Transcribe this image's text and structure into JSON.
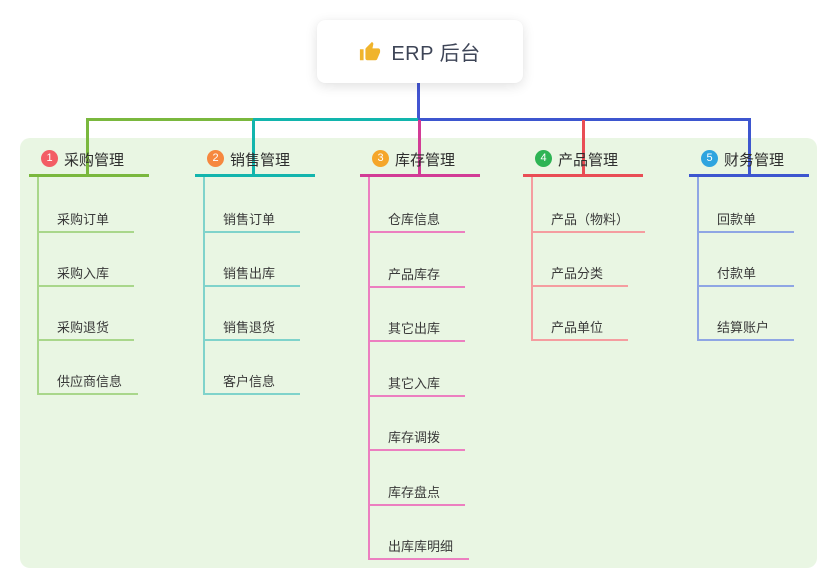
{
  "root": {
    "label": "ERP 后台",
    "icon": "thumbs-up",
    "icon_color": "#f0b42c",
    "connector_color": "#4355d2"
  },
  "panel": {
    "background": "#e9f6e3"
  },
  "branches": [
    {
      "num": "1",
      "title": "采购管理",
      "colors": {
        "badge": "#f35d65",
        "line": "#7ab83e",
        "child_line": "#a9d78b"
      },
      "children": [
        "采购订单",
        "采购入库",
        "采购退货",
        "供应商信息"
      ]
    },
    {
      "num": "2",
      "title": "销售管理",
      "colors": {
        "badge": "#f6883f",
        "line": "#12b5ad",
        "child_line": "#7fd3cb"
      },
      "children": [
        "销售订单",
        "销售出库",
        "销售退货",
        "客户信息"
      ]
    },
    {
      "num": "3",
      "title": "库存管理",
      "colors": {
        "badge": "#f5a62a",
        "line": "#d23c96",
        "child_line": "#ec7fc0"
      },
      "children": [
        "仓库信息",
        "产品库存",
        "其它出库",
        "其它入库",
        "库存调拨",
        "库存盘点",
        "出库库明细"
      ]
    },
    {
      "num": "4",
      "title": "产品管理",
      "colors": {
        "badge": "#2eb454",
        "line": "#e94d55",
        "child_line": "#f59da0"
      },
      "children": [
        "产品（物料）",
        "产品分类",
        "产品单位"
      ]
    },
    {
      "num": "5",
      "title": "财务管理",
      "colors": {
        "badge": "#2fa4df",
        "line": "#3d56cf",
        "child_line": "#8fa6e4"
      },
      "children": [
        "回款单",
        "付款单",
        "结算账户"
      ]
    }
  ]
}
